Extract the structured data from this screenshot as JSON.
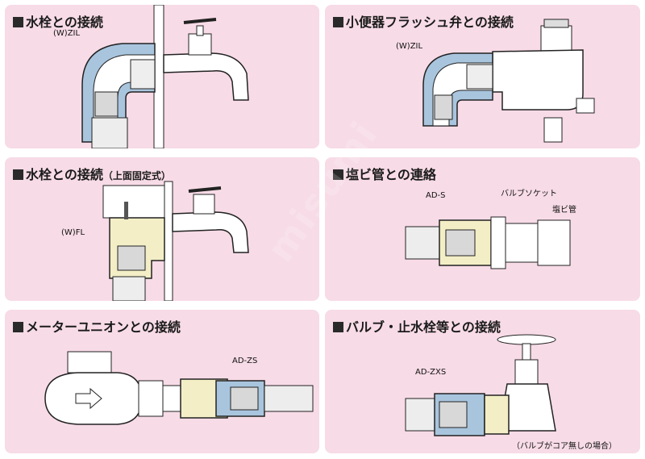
{
  "panels": [
    {
      "title": "水栓との接続",
      "subtitle": "",
      "labels": [
        "(W)ZIL"
      ]
    },
    {
      "title": "小便器フラッシュ弁との接続",
      "subtitle": "",
      "labels": [
        "(W)ZIL"
      ]
    },
    {
      "title": "水栓との接続",
      "subtitle": "（上面固定式）",
      "labels": [
        "(W)FL"
      ]
    },
    {
      "title": "塩ビ管との連絡",
      "subtitle": "",
      "labels": [
        "AD-S",
        "バルブソケット",
        "塩ビ管"
      ]
    },
    {
      "title": "メーターユニオンとの接続",
      "subtitle": "",
      "labels": [
        "AD-ZS"
      ]
    },
    {
      "title": "バルブ・止水栓等との接続",
      "subtitle": "",
      "labels": [
        "AD-ZXS"
      ],
      "note": "（バルブがコア無しの場合）"
    }
  ],
  "watermark": "misumi",
  "colors": {
    "panel_bg": "#f7dbe6",
    "fitting_blue": "#a9c5de",
    "fitting_yellow": "#f3eec6",
    "pipe_gray": "#e6e6e6",
    "outline": "#222222"
  }
}
